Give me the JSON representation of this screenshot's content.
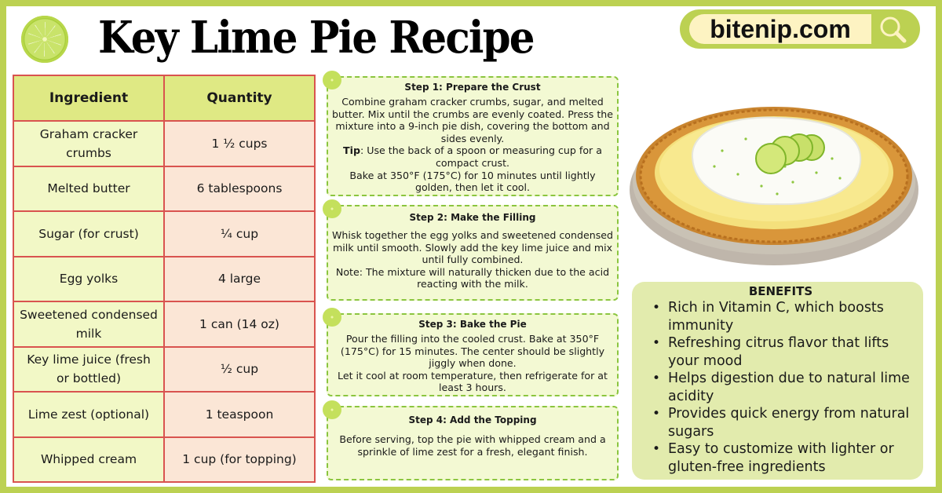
{
  "header": {
    "title": "Key Lime Pie Recipe",
    "logo_icon": "lime-slice-icon"
  },
  "search": {
    "site": "bitenip.com",
    "icon": "magnifier-icon"
  },
  "ingredients_table": {
    "columns": [
      "Ingredient",
      "Quantity"
    ],
    "rows": [
      {
        "ingredient": "Graham cracker crumbs",
        "quantity": "1 ½ cups"
      },
      {
        "ingredient": "Melted butter",
        "quantity": "6 tablespoons"
      },
      {
        "ingredient": "Sugar (for crust)",
        "quantity": "¼ cup"
      },
      {
        "ingredient": "Egg yolks",
        "quantity": "4 large"
      },
      {
        "ingredient": "Sweetened condensed milk",
        "quantity": "1 can (14 oz)"
      },
      {
        "ingredient": "Key lime juice (fresh or bottled)",
        "quantity": "½ cup"
      },
      {
        "ingredient": "Lime zest (optional)",
        "quantity": "1 teaspoon"
      },
      {
        "ingredient": "Whipped cream",
        "quantity": "1 cup (for topping)"
      }
    ]
  },
  "steps": [
    {
      "title": "Step 1: Prepare the Crust",
      "body": "Combine graham cracker crumbs, sugar, and melted butter. Mix until the crumbs are evenly coated. Press the mixture into a 9-inch pie dish, covering the bottom and sides evenly.",
      "tip_label": "Tip",
      "tip": ": Use the back of a spoon or measuring cup for a compact crust.",
      "extra": "Bake at 350°F (175°C) for 10 minutes until lightly golden, then let it cool."
    },
    {
      "title": "Step 2: Make the Filling",
      "body": "Whisk together the egg yolks and sweetened condensed milk until smooth. Slowly add the key lime juice and mix until fully combined.",
      "extra": "Note: The mixture will naturally thicken due to the acid reacting with the milk."
    },
    {
      "title": "Step 3: Bake the Pie",
      "body": "Pour the filling into the cooled crust. Bake at 350°F (175°C) for 15 minutes. The center should be slightly jiggly when done.",
      "extra": "Let it cool at room temperature, then refrigerate for at least 3 hours."
    },
    {
      "title": "Step 4: Add the Topping",
      "body": "Before serving, top the pie with whipped cream and a sprinkle of lime zest for a fresh, elegant finish."
    }
  ],
  "benefits": {
    "title": "BENEFITS",
    "items": [
      "Rich in Vitamin C, which boosts immunity",
      "Refreshing citrus flavor that lifts your mood",
      "Helps digestion due to natural lime acidity",
      "Provides quick energy from natural sugars",
      "Easy to customize with lighter or gluten-free ingredients"
    ]
  },
  "colors": {
    "frame": "#bcd152",
    "table_border": "#d9534f",
    "table_header": "#dfe984",
    "ingredient_cell": "#f2f8c6",
    "quantity_cell": "#fbe6d6",
    "step_bg": "#f3f9d3",
    "step_border": "#8bc53f",
    "benefits_bg": "#e2ebad",
    "search_bg": "#fdf3c2"
  }
}
